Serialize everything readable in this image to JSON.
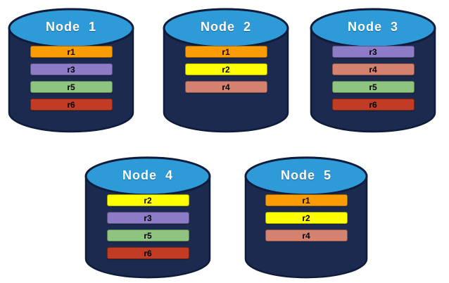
{
  "diagram": {
    "title": "",
    "background_color": "#ffffff",
    "cylinder": {
      "icon": "database-cylinder-icon",
      "body_color": "#1b2a4e",
      "outline_color": "#0e1c3c",
      "top_color": "#2e9bd8"
    },
    "label_text_color": "#ffffff",
    "replica_text_color": "#000000",
    "replica_colors": {
      "r1": "#f99c06",
      "r2": "#ffff00",
      "r3": "#8c7bc6",
      "r4": "#d5816f",
      "r5": "#8ec480",
      "r6": "#c23b24"
    },
    "nodes": [
      {
        "label": "Node  1",
        "replicas": [
          "r1",
          "r3",
          "r5",
          "r6"
        ]
      },
      {
        "label": "Node  2",
        "replicas": [
          "r1",
          "r2",
          "r4"
        ]
      },
      {
        "label": "Node  3",
        "replicas": [
          "r3",
          "r4",
          "r5",
          "r6"
        ]
      },
      {
        "label": "Node  4",
        "replicas": [
          "r2",
          "r3",
          "r5",
          "r6"
        ]
      },
      {
        "label": "Node  5",
        "replicas": [
          "r1",
          "r2",
          "r4"
        ]
      }
    ]
  }
}
